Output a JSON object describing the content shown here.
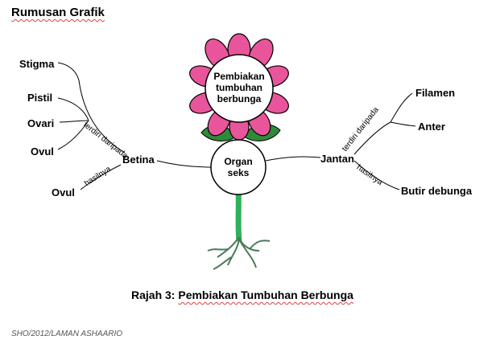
{
  "heading": "Rumusan Grafik",
  "flower": {
    "center_label": "Pembiakan tumbuhan berbunga",
    "organ_label": "Organ seks"
  },
  "left_branch": {
    "main": "Betina",
    "connector_1": "terdiri daripada",
    "items": [
      "Stigma",
      "Pistil",
      "Ovari",
      "Ovul"
    ],
    "connector_2": "hasilnya",
    "result": "Ovul"
  },
  "right_branch": {
    "main": "Jantan",
    "connector_1": "terdiri daripada",
    "items": [
      "Filamen",
      "Anter"
    ],
    "connector_2": "hasilnya",
    "result": "Butir debunga"
  },
  "caption": {
    "prefix": "Rajah 3: ",
    "title": "Pembiakan Tumbuhan Berbunga"
  },
  "credit": "SHO/2012/LAMAN ASHAARIO",
  "colors": {
    "petal": "#e8559a",
    "stem": "#2fb05a",
    "leaf": "#2e8b3a",
    "root": "#4a7a5a"
  }
}
